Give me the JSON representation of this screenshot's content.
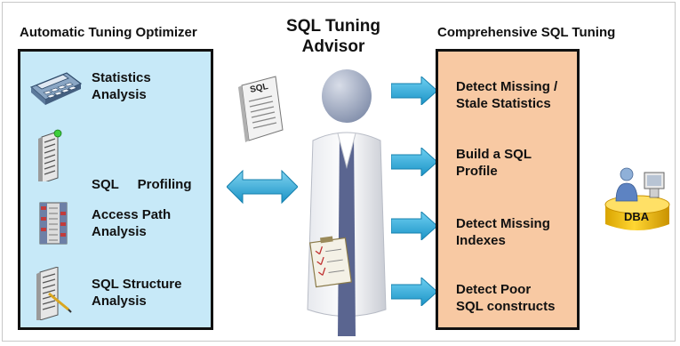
{
  "left_panel": {
    "title": "Automatic Tuning Optimizer",
    "items": [
      {
        "line1": "Statistics",
        "line2": "Analysis",
        "icon": "calculator-icon"
      },
      {
        "line1": "SQL     Profiling",
        "line2": "",
        "icon": "profile-document-icon"
      },
      {
        "line1": "Access Path",
        "line2": "Analysis",
        "icon": "index-icon"
      },
      {
        "line1": "SQL Structure",
        "line2": "Analysis",
        "icon": "pencil-document-icon"
      }
    ]
  },
  "center": {
    "title_line1": "SQL Tuning",
    "title_line2": "Advisor",
    "doc_label": "SQL"
  },
  "right_panel": {
    "title": "Comprehensive SQL Tuning",
    "items": [
      {
        "line1": "Detect Missing /",
        "line2": "Stale Statistics"
      },
      {
        "line1": "Build a SQL",
        "line2": "Profile"
      },
      {
        "line1": "Detect Missing",
        "line2": "Indexes"
      },
      {
        "line1": "Detect Poor",
        "line2": "SQL constructs"
      }
    ]
  },
  "dba": {
    "label": "DBA"
  },
  "colors": {
    "left_panel_fill": "#c7e9f8",
    "right_panel_fill": "#f8c9a3",
    "arrow": "#29a8d8",
    "dba_cylinder": "#f2c200"
  }
}
